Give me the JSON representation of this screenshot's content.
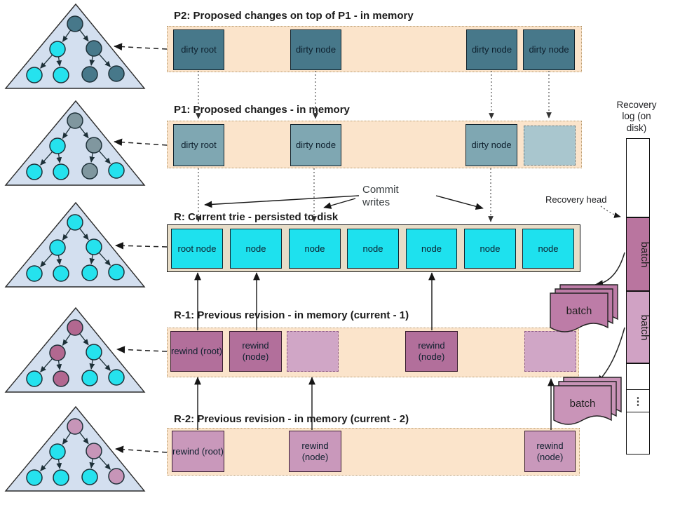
{
  "rows": {
    "p2": {
      "title": "P2: Proposed changes on top of P1 - in memory",
      "boxes": [
        {
          "label": "dirty root"
        },
        {
          "label": "dirty node"
        },
        {
          "label": "dirty node"
        },
        {
          "label": "dirty node"
        }
      ]
    },
    "p1": {
      "title": "P1: Proposed changes - in memory",
      "boxes": [
        {
          "label": "dirty root"
        },
        {
          "label": "dirty node"
        },
        {
          "label": "dirty node"
        }
      ]
    },
    "r": {
      "title": "R: Current trie - persisted to disk",
      "boxes": [
        {
          "label": "root node"
        },
        {
          "label": "node"
        },
        {
          "label": "node"
        },
        {
          "label": "node"
        },
        {
          "label": "node"
        },
        {
          "label": "node"
        },
        {
          "label": "node"
        }
      ]
    },
    "r1": {
      "title": "R-1: Previous revision - in memory (current - 1)",
      "boxes": [
        {
          "label": "rewind (root)"
        },
        {
          "label": "rewind (node)"
        },
        {
          "label": "rewind (node)"
        }
      ]
    },
    "r2": {
      "title": "R-2: Previous revision - in memory (current - 2)",
      "boxes": [
        {
          "label": "rewind (root)"
        },
        {
          "label": "rewind (node)"
        },
        {
          "label": "rewind (node)"
        }
      ]
    }
  },
  "annotations": {
    "commit_writes": "Commit writes",
    "recovery_log": "Recovery log (on disk)",
    "recovery_head": "Recovery head",
    "batch": "batch",
    "ellipsis": "⋮"
  },
  "colors": {
    "node_cyan": "#25e2ee",
    "node_dark_teal": "#47788a",
    "node_gray": "#80979f",
    "node_dark_pink": "#b26890",
    "node_light_pink": "#c795b8",
    "box_p2": "#47788a",
    "box_p1": "#7fa7b2",
    "box_p1_empty": "#a9c6ce",
    "box_r": "#1ee1ee",
    "box_r1": "#b26f9b",
    "box_r1_empty": "#d0a6c6",
    "box_r2": "#c998bb",
    "band_peach": "#fbe4cb",
    "band_tan": "#e7ddc8",
    "log_batch_dark": "#b9759f",
    "log_batch_light": "#d0a2c4",
    "card_dark": "#bd7ca7",
    "card_light": "#c994b8"
  }
}
